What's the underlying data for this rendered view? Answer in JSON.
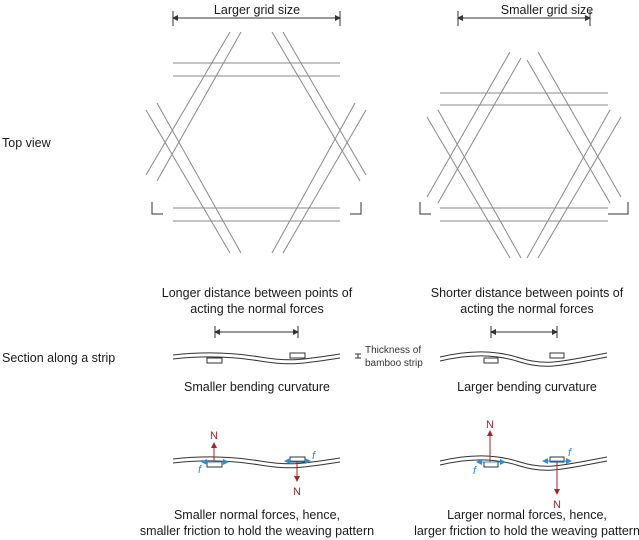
{
  "labels": {
    "larger_grid": "Larger grid size",
    "smaller_grid": "Smaller grid size",
    "top_view": "Top view",
    "longer_1": "Longer distance between points of",
    "longer_2": "acting the normal forces",
    "shorter_1": "Shorter distance between points of",
    "shorter_2": "acting the normal forces",
    "section": "Section along a strip",
    "thickness_1": "Thickness of",
    "thickness_2": "bamboo strip",
    "smaller_curv": "Smaller bending curvature",
    "larger_curv": "Larger bending curvature",
    "smaller_forces_1": "Smaller normal forces, hence,",
    "smaller_forces_2": "smaller friction to hold the weaving pattern",
    "larger_forces_1": "Larger normal forces, hence,",
    "larger_forces_2": "larger friction to hold the weaving pattern",
    "normal": "N",
    "friction": "f"
  },
  "colors": {
    "normal_force": "#a3262a",
    "friction": "#2b8fd6"
  }
}
